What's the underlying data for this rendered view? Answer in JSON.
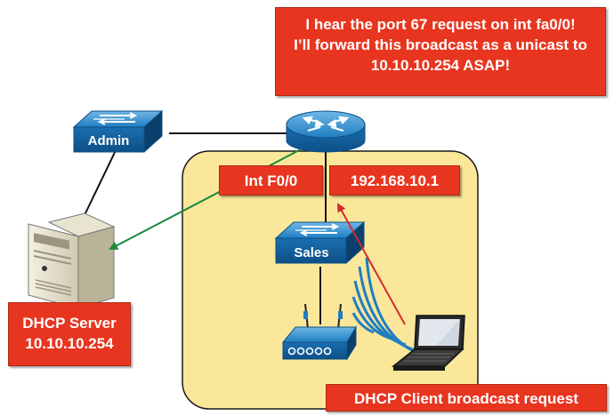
{
  "relay_callout": {
    "lines": [
      "I hear the port 67 request on int fa0/0!",
      "I’ll forward this broadcast as a unicast to",
      "10.10.10.254 ASAP!"
    ]
  },
  "router_interface_label": "Int F0/0",
  "router_ip_label": "192.168.10.1",
  "dhcp_server": {
    "lines": [
      "DHCP Server",
      "10.10.10.254"
    ]
  },
  "client_label": "DHCP Client broadcast request",
  "switches": {
    "admin": "Admin",
    "sales": "Sales"
  },
  "colors": {
    "callout_red": "#e8351f",
    "subnet_area_yellow": "#fbe79a",
    "device_blue": "#1f7ec2",
    "unicast_arrow_green": "#1a8a3a",
    "broadcast_arrow_red": "#d42a2a"
  },
  "icons": [
    "router-icon",
    "switch-icon",
    "server-icon",
    "wireless-ap-icon",
    "laptop-icon"
  ]
}
